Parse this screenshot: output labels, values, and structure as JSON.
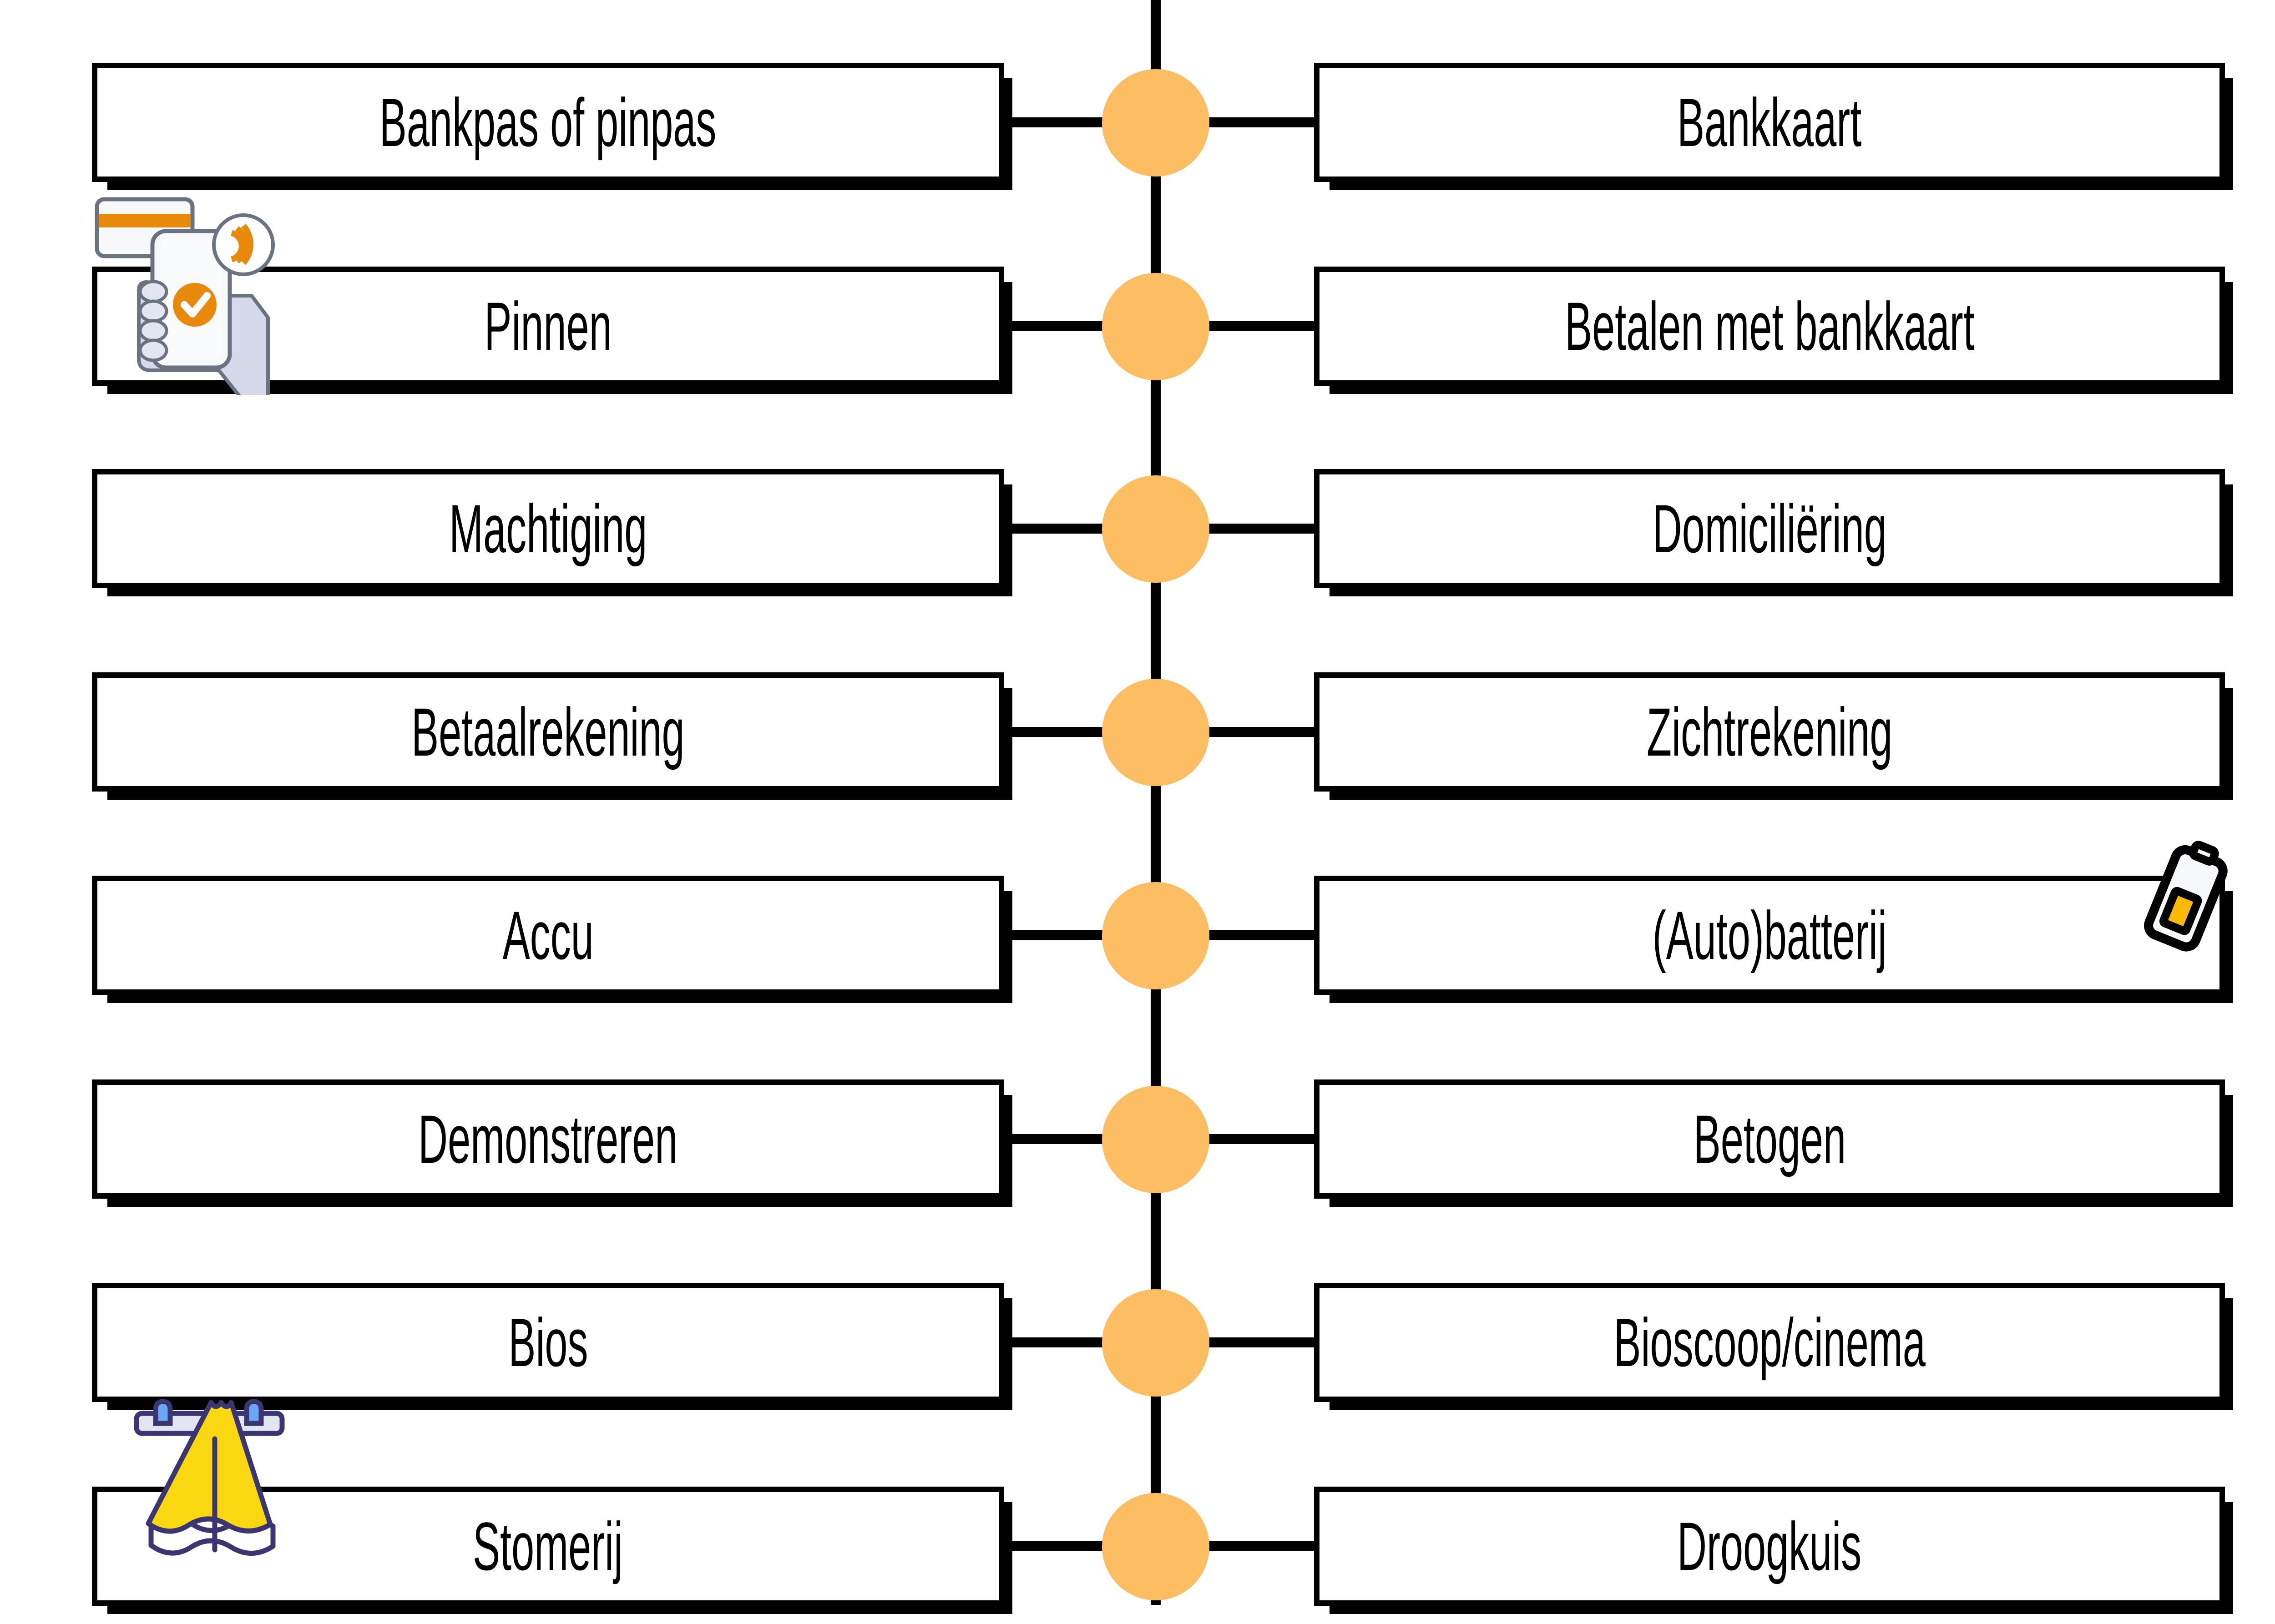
{
  "diagram": {
    "type": "two-column-mapping",
    "accent_color": "#fdbd63",
    "line_color": "#000000",
    "box_fill": "#ffffff",
    "rows": [
      {
        "left": "Bankpas of pinpas",
        "right": "Bankkaart"
      },
      {
        "left": "Pinnen",
        "right": "Betalen met bankkaart"
      },
      {
        "left": "Machtiging",
        "right": "Domiciliëring"
      },
      {
        "left": "Betaalrekening",
        "right": "Zichtrekening"
      },
      {
        "left": "Accu",
        "right": "(Auto)batterij"
      },
      {
        "left": "Demonstreren",
        "right": "Betogen"
      },
      {
        "left": "Bios",
        "right": "Bioscoop/cinema"
      },
      {
        "left": "Stomerij",
        "right": "Droogkuis"
      }
    ],
    "illustrations": [
      {
        "name": "contactless-payment-icon",
        "row": 2,
        "side": "left",
        "colors": {
          "accent": "#e8890c",
          "device": "#f7f8fa",
          "outline": "#6b7280",
          "hand": "#d6d9ea"
        }
      },
      {
        "name": "battery-icon",
        "row": 5,
        "side": "right",
        "colors": {
          "fill": "#fbba00",
          "body": "#f7f8fa",
          "outline": "#000000"
        }
      },
      {
        "name": "towel-on-rack-icon",
        "row": 8,
        "side": "left",
        "colors": {
          "towel": "#f9d812",
          "rack": "#e3e5f2",
          "hook": "#6aa8f5",
          "outline": "#3b3572"
        }
      }
    ]
  }
}
